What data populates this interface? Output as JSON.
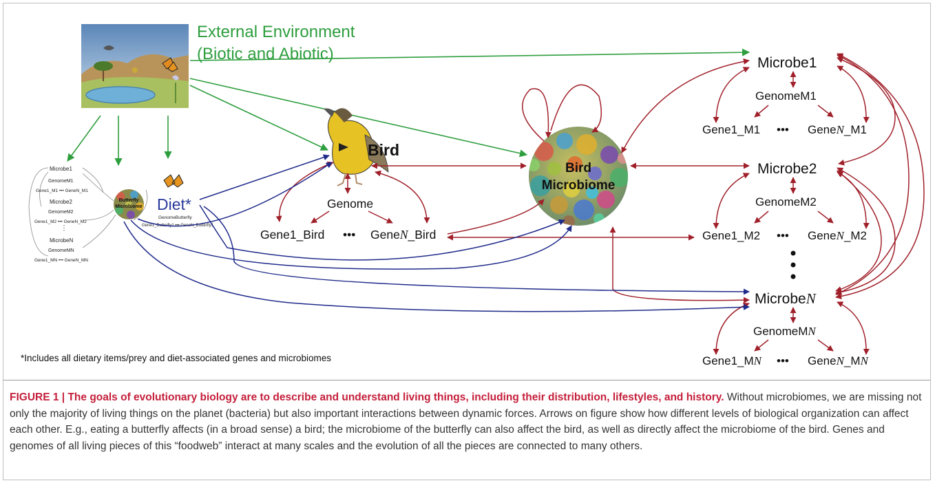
{
  "figure": {
    "env_title_line1": "External Environment",
    "env_title_line2": "(Biotic and Abiotic)",
    "bird_label": "Bird",
    "bird_genome": "Genome",
    "bird_gene1": "Gene1_Bird",
    "bird_dots": "•••",
    "bird_genen_a": "Gene",
    "bird_genen_n": "N",
    "bird_genen_b": "_Bird",
    "microbiome_line1": "Bird",
    "microbiome_line2": "Microbiome",
    "diet_label": "Diet*",
    "butterfly_microbiome_line1": "Butterfly",
    "butterfly_microbiome_line2": "Microbiome",
    "butterfly_genome": "GenomeButterfly",
    "butterfly_genes": "Gene1_Butterfly1 ••• GeneN_Butterfly1",
    "footnote": "*Includes all dietary items/prey and diet-associated genes and microbiomes",
    "footnote_underlined": "all",
    "microbes": [
      {
        "name_a": "Microbe",
        "name_n": "1",
        "genome": "GenomeM1",
        "gene1": "Gene1_M1",
        "genen_a": "Gene",
        "genen_n": "N",
        "genen_b": "_M1"
      },
      {
        "name_a": "Microbe",
        "name_n": "2",
        "genome": "GenomeM2",
        "gene1": "Gene1_M2",
        "genen_a": "Gene",
        "genen_n": "N",
        "genen_b": "_M2"
      },
      {
        "name_a": "Microbe",
        "name_n": "N",
        "genome": "GenomeMN",
        "gene1": "Gene1_MN",
        "genen_a": "Gene",
        "genen_n": "N",
        "genen_b": "_MN"
      }
    ],
    "mini_microbes": [
      {
        "name": "Microbe1",
        "genome": "GenomeM1",
        "genes": "Gene1_M1 ••• GeneN_M1"
      },
      {
        "name": "Microbe2",
        "genome": "GenomeM2",
        "genes": "Gene1_M2 ••• GeneN_M2"
      },
      {
        "name": "MicrobeN",
        "genome": "GenomeMN",
        "genes": "Gene1_MN ••• GeneN_MN"
      }
    ],
    "colors": {
      "environment": "#2e9e3e",
      "host": "#a0202a",
      "diet": "#1f2a8a",
      "caption_title": "#c41e3a"
    }
  },
  "caption": {
    "label": "FIGURE 1 |",
    "title": "The goals of evolutionary biology are to describe and understand living things, including their distribution, lifestyles, and history.",
    "body": "Without microbiomes, we are missing not only the majority of living things on the planet (bacteria) but also important interactions between dynamic forces. Arrows on figure show how different levels of biological organization can affect each other. E.g., eating a butterfly affects (in a broad sense) a bird; the microbiome of the butterfly can also affect the bird, as well as directly affect the microbiome of the bird. Genes and genomes of all living pieces of this “foodweb” interact at many scales and the evolution of all the pieces are connected to many others."
  }
}
